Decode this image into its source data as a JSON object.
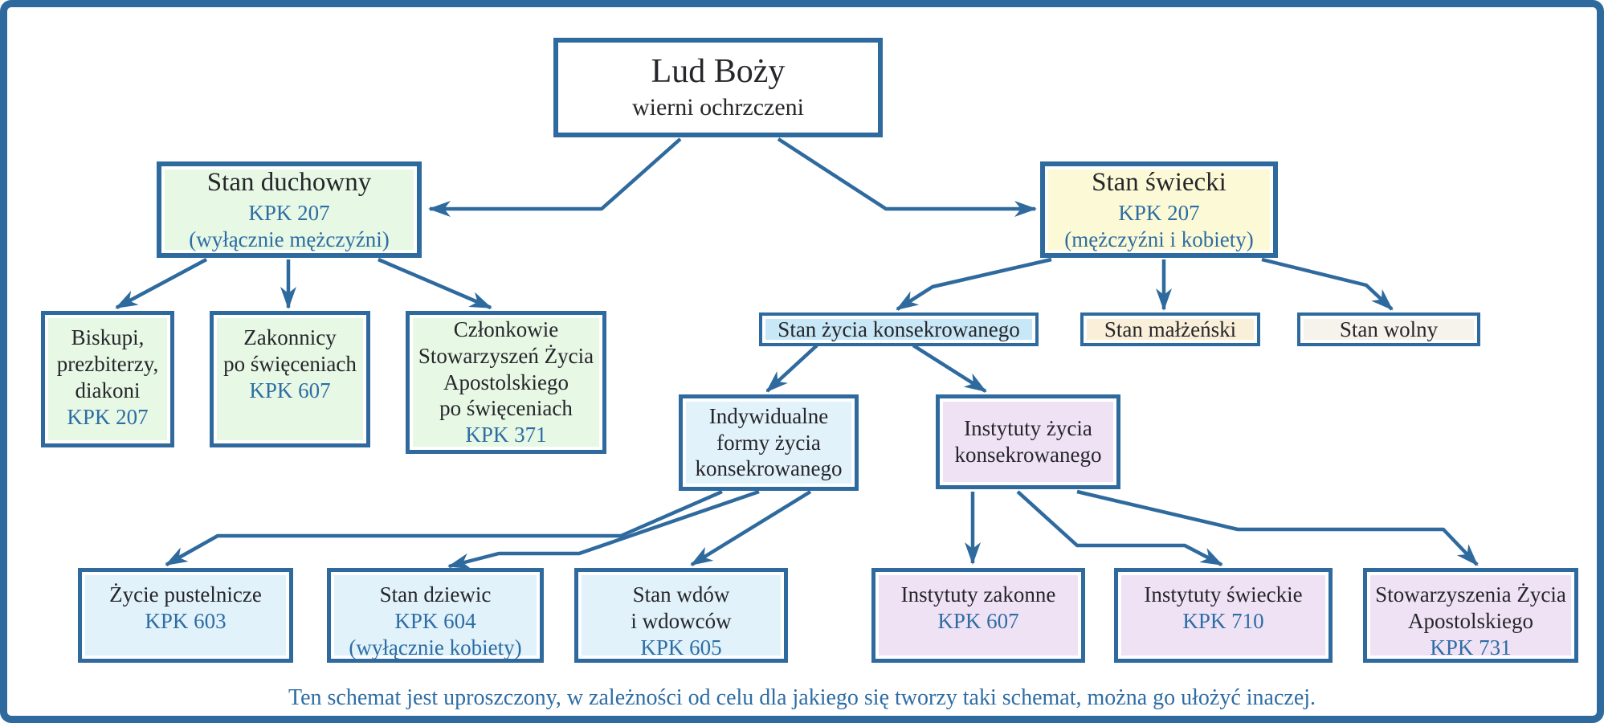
{
  "page": {
    "background": "#ffffff",
    "frame_border_color": "#2f6a9e",
    "arrow_color": "#2f6a9e",
    "accent_text_color": "#2e6da4",
    "dark_text_color": "#26262b"
  },
  "caption": "Ten schemat jest uproszczony, w zależności od celu dla jakiego się tworzy taki schemat, można go ułożyć inaczej.",
  "nodes": [
    {
      "id": "root",
      "fill": "#ffffff",
      "lines": [
        {
          "t": "Lud Boży",
          "k": "xl"
        },
        {
          "t": "wierni ochrzczeni",
          "k": "sub"
        }
      ]
    },
    {
      "id": "stan-duchowny",
      "fill": "#e7f8e5",
      "lines": [
        {
          "t": "Stan duchowny",
          "k": "lg"
        },
        {
          "t": "KPK 207",
          "k": "blue"
        },
        {
          "t": "(wyłącznie mężczyźni)",
          "k": "blue"
        }
      ]
    },
    {
      "id": "stan-swiecki",
      "fill": "#fcfad6",
      "lines": [
        {
          "t": "Stan świecki",
          "k": "lg"
        },
        {
          "t": "KPK 207",
          "k": "blue"
        },
        {
          "t": "(mężczyźni i kobiety)",
          "k": "blue"
        }
      ]
    },
    {
      "id": "biskupi-prezbiterzy-diakoni",
      "fill": "#e7f8e5",
      "lines": [
        {
          "t": "Biskupi,",
          "k": "md"
        },
        {
          "t": "prezbiterzy,",
          "k": "md"
        },
        {
          "t": "diakoni",
          "k": "md"
        },
        {
          "t": "KPK 207",
          "k": "blue"
        }
      ]
    },
    {
      "id": "zakonnicy-po-swieceniach",
      "fill": "#e7f8e5",
      "lines": [
        {
          "t": "Zakonnicy",
          "k": "md"
        },
        {
          "t": "po święceniach",
          "k": "md"
        },
        {
          "t": "KPK 607",
          "k": "blue"
        }
      ]
    },
    {
      "id": "czlonkowie-stowarzyszen",
      "fill": "#e7f8e5",
      "lines": [
        {
          "t": "Członkowie",
          "k": "md"
        },
        {
          "t": "Stowarzyszeń Życia",
          "k": "md"
        },
        {
          "t": "Apostolskiego",
          "k": "md"
        },
        {
          "t": "po święceniach",
          "k": "md"
        },
        {
          "t": "KPK 371",
          "k": "blue"
        }
      ]
    },
    {
      "id": "stan-zycia-konsekrowanego",
      "fill": "#c8e8f8",
      "lines": [
        {
          "t": "Stan życia konsekrowanego",
          "k": "md"
        }
      ]
    },
    {
      "id": "stan-malzenski",
      "fill": "#faf0da",
      "lines": [
        {
          "t": "Stan małżeński",
          "k": "md"
        }
      ]
    },
    {
      "id": "stan-wolny",
      "fill": "#f6f3ed",
      "lines": [
        {
          "t": "Stan wolny",
          "k": "md"
        }
      ]
    },
    {
      "id": "indywidualne-formy",
      "fill": "#e1f2fa",
      "lines": [
        {
          "t": "Indywidualne",
          "k": "md"
        },
        {
          "t": "formy życia",
          "k": "md"
        },
        {
          "t": "konsekrowanego",
          "k": "md"
        }
      ]
    },
    {
      "id": "instytuty-zycia",
      "fill": "#f0e2f5",
      "lines": [
        {
          "t": "Instytuty życia",
          "k": "md"
        },
        {
          "t": "konsekrowanego",
          "k": "md"
        }
      ]
    },
    {
      "id": "zycie-pustelnicze",
      "fill": "#e1f2fa",
      "lines": [
        {
          "t": "Życie pustelnicze",
          "k": "md"
        },
        {
          "t": "KPK 603",
          "k": "blue"
        }
      ]
    },
    {
      "id": "stan-dziewic",
      "fill": "#e1f2fa",
      "lines": [
        {
          "t": "Stan dziewic",
          "k": "md"
        },
        {
          "t": "KPK 604",
          "k": "blue"
        },
        {
          "t": "(wyłącznie kobiety)",
          "k": "blue"
        }
      ]
    },
    {
      "id": "stan-wdow",
      "fill": "#e1f2fa",
      "lines": [
        {
          "t": "Stan wdów",
          "k": "md"
        },
        {
          "t": "i wdowców",
          "k": "md"
        },
        {
          "t": "KPK 605",
          "k": "blue"
        }
      ]
    },
    {
      "id": "instytuty-zakonne",
      "fill": "#f0e2f5",
      "lines": [
        {
          "t": "Instytuty zakonne",
          "k": "md"
        },
        {
          "t": "KPK 607",
          "k": "blue"
        }
      ]
    },
    {
      "id": "instytuty-swieckie",
      "fill": "#f0e2f5",
      "lines": [
        {
          "t": "Instytuty świeckie",
          "k": "md"
        },
        {
          "t": "KPK 710",
          "k": "blue"
        }
      ]
    },
    {
      "id": "stowarzyszenia-zycia",
      "fill": "#f0e2f5",
      "lines": [
        {
          "t": "Stowarzyszenia Życia",
          "k": "md"
        },
        {
          "t": "Apostolskiego",
          "k": "md"
        },
        {
          "t": "KPK 731",
          "k": "blue"
        }
      ]
    }
  ]
}
